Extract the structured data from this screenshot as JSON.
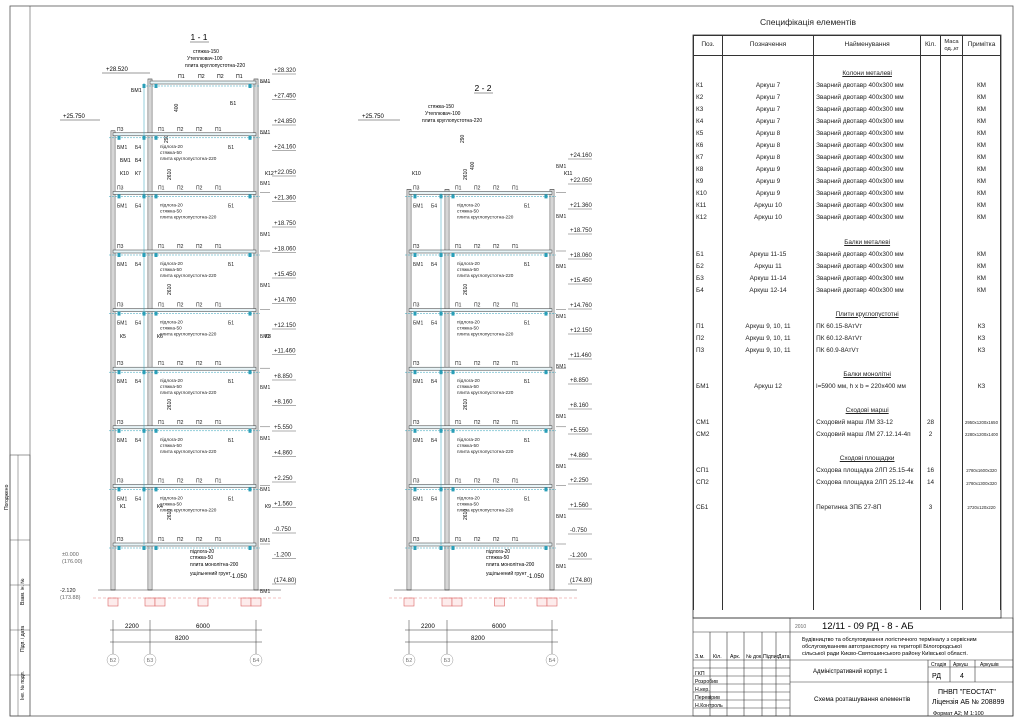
{
  "spec": {
    "title": "Специфікація елементів",
    "headers": [
      "Поз.",
      "Позначення",
      "Найменування",
      "Кіл.",
      "Маса од.,кг",
      "Примітка"
    ],
    "rows": [
      {
        "kind": "blank"
      },
      {
        "kind": "section",
        "label": "Колони металеві"
      },
      {
        "kind": "item",
        "pos": "К1",
        "des": "Аркуш  7",
        "name": "Зварний двотавр 400х300 мм",
        "qty": "",
        "mass": "",
        "note": "КМ"
      },
      {
        "kind": "item",
        "pos": "К2",
        "des": "Аркуш  7",
        "name": "Зварний двотавр 400х300 мм",
        "qty": "",
        "mass": "",
        "note": "КМ"
      },
      {
        "kind": "item",
        "pos": "К3",
        "des": "Аркуш  7",
        "name": "Зварний двотавр 400х300 мм",
        "qty": "",
        "mass": "",
        "note": "КМ"
      },
      {
        "kind": "item",
        "pos": "К4",
        "des": "Аркуш  7",
        "name": "Зварний двотавр 400х300 мм",
        "qty": "",
        "mass": "",
        "note": "КМ"
      },
      {
        "kind": "item",
        "pos": "К5",
        "des": "Аркуш  8",
        "name": "Зварний двотавр 400х300 мм",
        "qty": "",
        "mass": "",
        "note": "КМ"
      },
      {
        "kind": "item",
        "pos": "К6",
        "des": "Аркуш  8",
        "name": "Зварний двотавр 400х300 мм",
        "qty": "",
        "mass": "",
        "note": "КМ"
      },
      {
        "kind": "item",
        "pos": "К7",
        "des": "Аркуш  8",
        "name": "Зварний двотавр 400х300 мм",
        "qty": "",
        "mass": "",
        "note": "КМ"
      },
      {
        "kind": "item",
        "pos": "К8",
        "des": "Аркуш  9",
        "name": "Зварний двотавр 400х300 мм",
        "qty": "",
        "mass": "",
        "note": "КМ"
      },
      {
        "kind": "item",
        "pos": "К9",
        "des": "Аркуш  9",
        "name": "Зварний двотавр 400х300 мм",
        "qty": "",
        "mass": "",
        "note": "КМ"
      },
      {
        "kind": "item",
        "pos": "К10",
        "des": "Аркуш  9",
        "name": "Зварний двотавр 400х300 мм",
        "qty": "",
        "mass": "",
        "note": "КМ"
      },
      {
        "kind": "item",
        "pos": "К11",
        "des": "Аркуш  10",
        "name": "Зварний двотавр 400х300 мм",
        "qty": "",
        "mass": "",
        "note": "КМ"
      },
      {
        "kind": "item",
        "pos": "К12",
        "des": "Аркуш  10",
        "name": "Зварний двотавр 400х300 мм",
        "qty": "",
        "mass": "",
        "note": "КМ"
      },
      {
        "kind": "blank"
      },
      {
        "kind": "section",
        "label": "Балки металеві"
      },
      {
        "kind": "item",
        "pos": "Б1",
        "des": "Аркуш  11-15",
        "name": "Зварний двотавр 400х300 мм",
        "qty": "",
        "mass": "",
        "note": "КМ"
      },
      {
        "kind": "item",
        "pos": "Б2",
        "des": "Аркуш  11",
        "name": "Зварний двотавр 400х300 мм",
        "qty": "",
        "mass": "",
        "note": "КМ"
      },
      {
        "kind": "item",
        "pos": "Б3",
        "des": "Аркуш  11-14",
        "name": "Зварний двотавр 400х300 мм",
        "qty": "",
        "mass": "",
        "note": "КМ"
      },
      {
        "kind": "item",
        "pos": "Б4",
        "des": "Аркуш  12-14",
        "name": "Зварний двотавр 400х300 мм",
        "qty": "",
        "mass": "",
        "note": "КМ"
      },
      {
        "kind": "blank"
      },
      {
        "kind": "section",
        "label": "Плити круглопустотні"
      },
      {
        "kind": "item",
        "pos": "П1",
        "des": "Аркуш 9, 10, 11",
        "name": "ПК 60.15-8АтVт",
        "qty": "",
        "mass": "",
        "note": "КЗ"
      },
      {
        "kind": "item",
        "pos": "П2",
        "des": "Аркуш 9, 10, 11",
        "name": "ПК 60.12-8АтVт",
        "qty": "",
        "mass": "",
        "note": "КЗ"
      },
      {
        "kind": "item",
        "pos": "П3",
        "des": "Аркуш 9, 10, 11",
        "name": "ПК 60.9-8АтVт",
        "qty": "",
        "mass": "",
        "note": "КЗ"
      },
      {
        "kind": "blank"
      },
      {
        "kind": "section",
        "label": "Балки монолітні"
      },
      {
        "kind": "item",
        "pos": "БМ1",
        "des": "Аркуш 12",
        "name": "l=5900 мм, h x b = 220х400 мм",
        "qty": "",
        "mass": "",
        "note": "КЗ"
      },
      {
        "kind": "blank"
      },
      {
        "kind": "section",
        "label": "Сходові марші"
      },
      {
        "kind": "item",
        "pos": "СМ1",
        "des": "",
        "name": "Сходовий марш ЛМ 33-12",
        "qty": "28",
        "mass": "",
        "note": "2950х1200х1650"
      },
      {
        "kind": "item",
        "pos": "СМ2",
        "des": "",
        "name": "Сходовий марш ЛМ 27.12.14-4п",
        "qty": "2",
        "mass": "",
        "note": "2280х1200х1400"
      },
      {
        "kind": "blank"
      },
      {
        "kind": "section",
        "label": "Сходові площадки"
      },
      {
        "kind": "item",
        "pos": "СП1",
        "des": "",
        "name": "Сходова площадка 2ЛП 25.15-4к",
        "qty": "16",
        "mass": "",
        "note": "2780х1600х320"
      },
      {
        "kind": "item",
        "pos": "СП2",
        "des": "",
        "name": "Сходова площадка 2ЛП 25.12-4к",
        "qty": "14",
        "mass": "",
        "note": "2780х1300х320"
      },
      {
        "kind": "blank"
      },
      {
        "kind": "item",
        "pos": "СБ1",
        "des": "",
        "name": "Перетинка ЗПБ 27-8П",
        "qty": "3",
        "mass": "",
        "note": "2720х120х220"
      },
      {
        "kind": "blank"
      },
      {
        "kind": "blank"
      },
      {
        "kind": "blank"
      },
      {
        "kind": "blank"
      },
      {
        "kind": "blank"
      },
      {
        "kind": "blank"
      },
      {
        "kind": "blank"
      },
      {
        "kind": "blank"
      }
    ]
  },
  "sections": {
    "s1": {
      "label": "1 - 1",
      "roof_note": [
        "стяжка-150",
        "Утеплювач-100",
        "плита круглопустотна-220"
      ],
      "left_levels": [
        "+28.520",
        "+25.750"
      ],
      "right_levels": [
        "+28.320",
        "+27.450",
        "+24.850",
        "+24.160",
        "+22.050",
        "+21.360",
        "+18.750",
        "+18.060",
        "+15.450",
        "+14.760",
        "+12.150",
        "+11.460",
        "+8.850",
        "+8.160",
        "+5.550",
        "+4.860",
        "+2.250",
        "+1.560",
        "-0.750",
        "-1.200",
        "(174.80)"
      ],
      "bottom_left": [
        "±0.000",
        "(176.00)",
        "-2.120",
        "(173.88)"
      ],
      "mid_level": "-1.050",
      "dims": {
        "d1": "2200",
        "d2": "6000",
        "total": "8200"
      },
      "axes": [
        "Б2",
        "Б3",
        "Б4"
      ]
    },
    "s2": {
      "label": "2 - 2",
      "roof_note": [
        "стяжка-150",
        "Утеплювач-100",
        "плита круглопустотна-220"
      ],
      "left_levels": [
        "+25.750"
      ],
      "right_levels": [
        "+24.160",
        "+22.050",
        "+21.360",
        "+18.750",
        "+18.060",
        "+15.450",
        "+14.760",
        "+12.150",
        "+11.460",
        "+8.850",
        "+8.160",
        "+5.550",
        "+4.860",
        "+2.250",
        "+1.560",
        "-0.750",
        "-1.200",
        "(174.80)"
      ],
      "mid_level": "-1.050",
      "dims": {
        "d1": "2200",
        "d2": "6000",
        "total": "8200"
      },
      "axes": [
        "Б2",
        "Б3",
        "Б4"
      ]
    },
    "floor_note": [
      "підлога-20",
      "стяжка-50",
      "плита круглопустотна-220"
    ],
    "ground_note": [
      "підлога-20",
      "стяжка-50",
      "плита монолітна-200",
      "ущільнений грунт"
    ],
    "storey_height": "2610",
    "slab_dims": [
      "290",
      "400"
    ],
    "element_labels": [
      "П1",
      "П2",
      "П3",
      "Б1",
      "Б2",
      "Б4",
      "БМ1",
      "К1",
      "К4",
      "К5",
      "К6",
      "К7",
      "К8",
      "К9",
      "К10",
      "К11",
      "К12"
    ]
  },
  "titleblock": {
    "code": "12/11 - 09 РД - 8 - АБ",
    "project": [
      "Будівництво та обслуговування логістичного терміналу з сервісним",
      "обслуговуванням автотранспорту на території Білогородської",
      "сільської ради Києво-Святошинського району Київської області."
    ],
    "building": "Адміністративний корпус 1",
    "sheet_title": "Схема розташування елементів",
    "stage_h": "Стадія",
    "sheet_h": "Аркуш",
    "sheets_h": "Аркушів",
    "stage": "РД",
    "sheet": "4",
    "sheets": "",
    "company": [
      "ПНВП \"ГЕОСТАТ\"",
      "Ліцензія АБ № 208899"
    ],
    "format": "Формат А2; М 1:100",
    "year": "2010",
    "col_headers": [
      "З.м.",
      "Кіл.",
      "Арк.",
      "№ док.",
      "Підпис",
      "Дата"
    ],
    "roles": [
      "ГКП",
      "Розробив",
      "Н.кер.",
      "Перевірив",
      "Н.Контроль"
    ],
    "side_labels": [
      "Погоджено",
      "Взам. ін. №",
      "Підп. і дата",
      "Інв. № подл."
    ]
  }
}
